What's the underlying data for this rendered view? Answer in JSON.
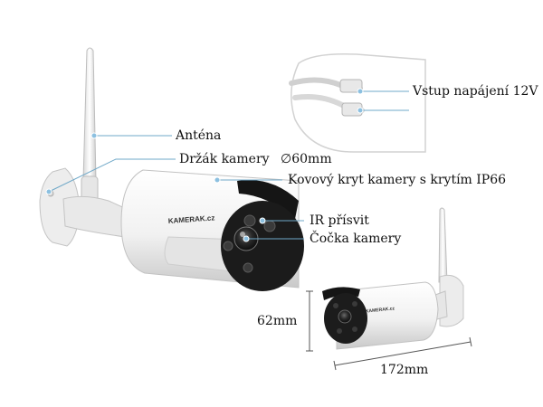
{
  "labels": {
    "power_input": "Vstup napájení 12V",
    "antenna": "Anténa",
    "bracket": "Držák kamery",
    "bracket_diameter": "∅60mm",
    "housing": "Kovový kryt kamery s krytím IP66",
    "ir_light": "IR přísvit",
    "lens": "Čočka kamery"
  },
  "brand": {
    "logo_text": "KAMERAK.cz"
  },
  "dimensions": {
    "height": "62mm",
    "length": "172mm"
  },
  "colors": {
    "callout_line": "#6fa8c8",
    "callout_dot": "#8cc0e0",
    "body_white": "#f4f4f4",
    "shade": "#cfcfcf",
    "dark": "#1b1b1b"
  },
  "icons": {
    "callout_marker": "dot-icon"
  }
}
